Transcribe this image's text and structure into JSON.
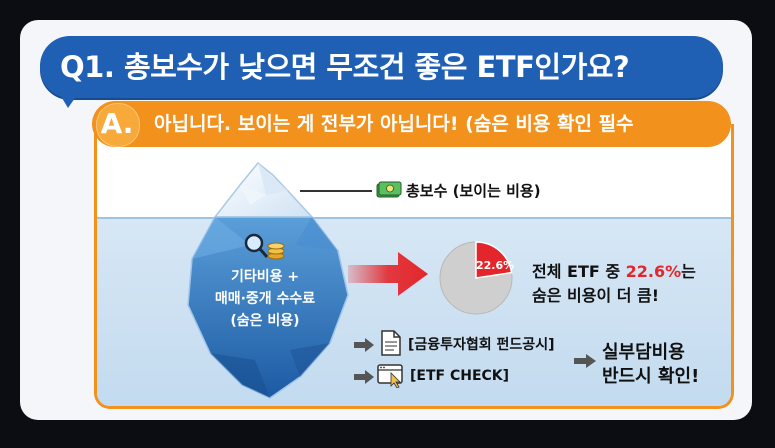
{
  "question": "Q1. 총보수가 낮으면 무조건 좋은 ETF인가요?",
  "answer": {
    "letter": "A.",
    "text": "아닙니다. 보이는 게 전부가 아닙니다! (숨은 비용 확인 필수"
  },
  "iceberg": {
    "visible_cost": "총보수 (보이는 비용)",
    "hidden_line1": "기타비용 +",
    "hidden_line2": "매매·중개 수수료",
    "hidden_line3": "(숨은 비용)"
  },
  "pie": {
    "label": "22.6%",
    "fraction": 0.226,
    "accent": "#e3262b"
  },
  "statement": {
    "line1_before": "전체 ETF 중 ",
    "line1_highlight": "22.6%",
    "line1_after": "는",
    "line2": "숨은 비용이 더 큼!"
  },
  "checks": {
    "item1": "[금융투자협회 펀드공시]",
    "item2": "[ETF CHECK]",
    "conclusion_line1": "실부담비용",
    "conclusion_line2": "반드시 확인!"
  },
  "icons": [
    "money-icon",
    "magnifier-coins-icon",
    "document-icon",
    "browser-cursor-icon",
    "arrow-icon"
  ],
  "colors": {
    "blue": "#1f5fb4",
    "orange": "#f2921d",
    "red": "#e3262b",
    "ice": "#3b7fc4"
  }
}
